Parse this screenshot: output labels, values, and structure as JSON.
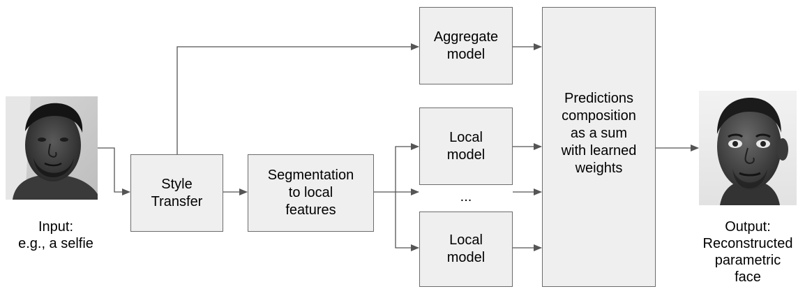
{
  "diagram": {
    "nodes": {
      "style_transfer": "Style\nTransfer",
      "segmentation": "Segmentation\nto local\nfeatures",
      "aggregate_model": "Aggregate\nmodel",
      "local_model_top": "Local\nmodel",
      "local_model_bottom": "Local\nmodel",
      "ellipsis": "...",
      "predictions": "Predictions\ncomposition\nas a sum\nwith learned\nweights"
    },
    "input": {
      "caption": "Input:\ne.g., a selfie",
      "image": "selfie-photo"
    },
    "output": {
      "caption": "Output:\nReconstructed\nparametric\nface",
      "image": "parametric-face-render"
    }
  }
}
